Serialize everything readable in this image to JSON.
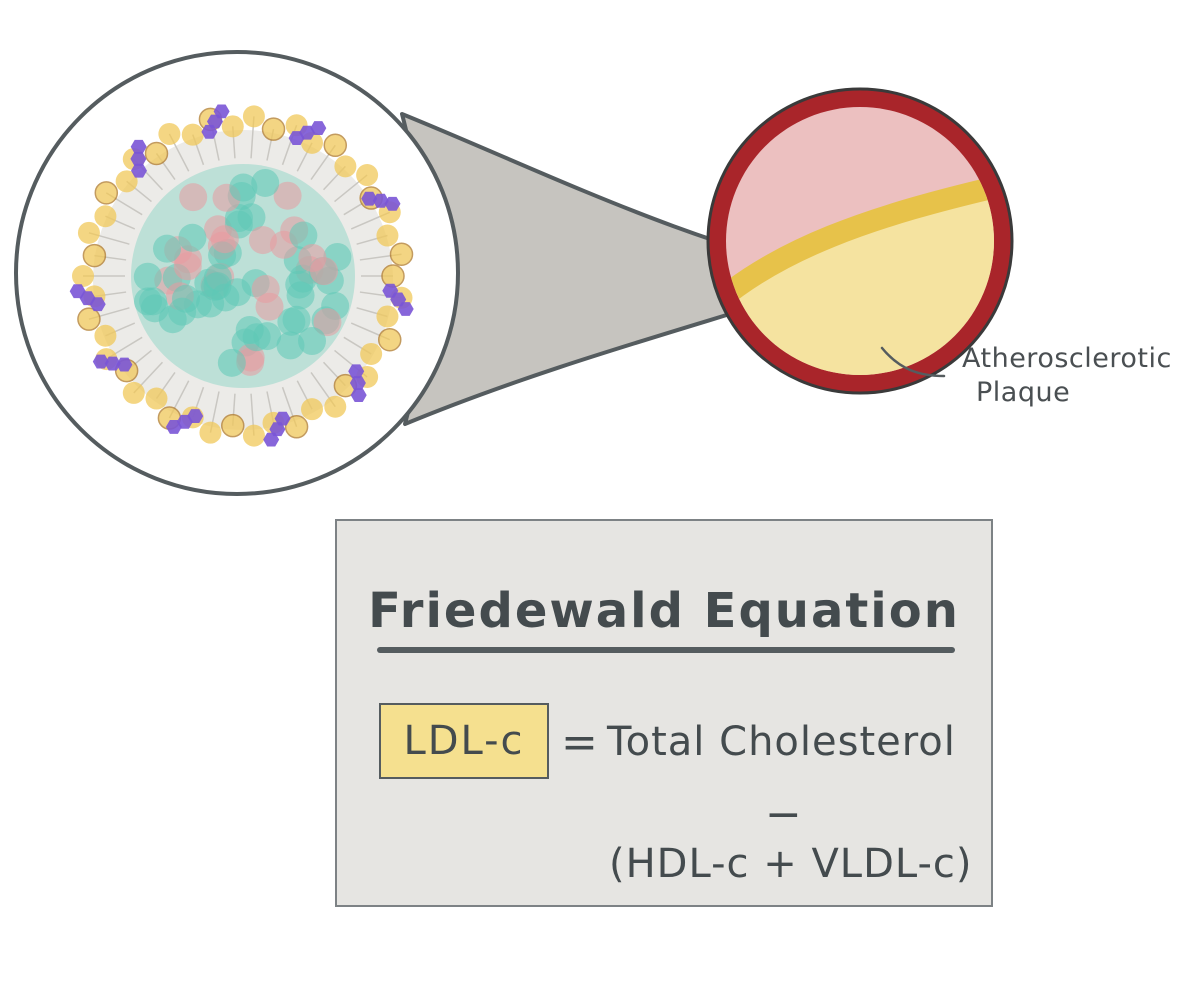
{
  "annotation": {
    "line1": "Atherosclerotic",
    "line2": "Plaque"
  },
  "equation": {
    "title": "Friedewald Equation",
    "lhs": "LDL-c",
    "equals": "=",
    "rhs": "Total Cholesterol",
    "minus": "−",
    "subtrahend": "(HDL-c + VLDL-c)"
  },
  "colors": {
    "artery_wall": "#a9252a",
    "lumen": "#ecc0c0",
    "plaque_edge": "#e7c24a",
    "plaque_fill": "#f5e3a0",
    "callout": "#c6c4bf",
    "ldl_highlight": "#f5e08f",
    "box_fill": "#e6e5e2",
    "core_teal": "#5ec9b6",
    "core_pink": "#e89aa0",
    "phospholipid": "#f0c85a",
    "apoprotein": "#7a55d6"
  },
  "icons": [
    "ldl-particle-icon",
    "artery-cross-section-icon"
  ]
}
